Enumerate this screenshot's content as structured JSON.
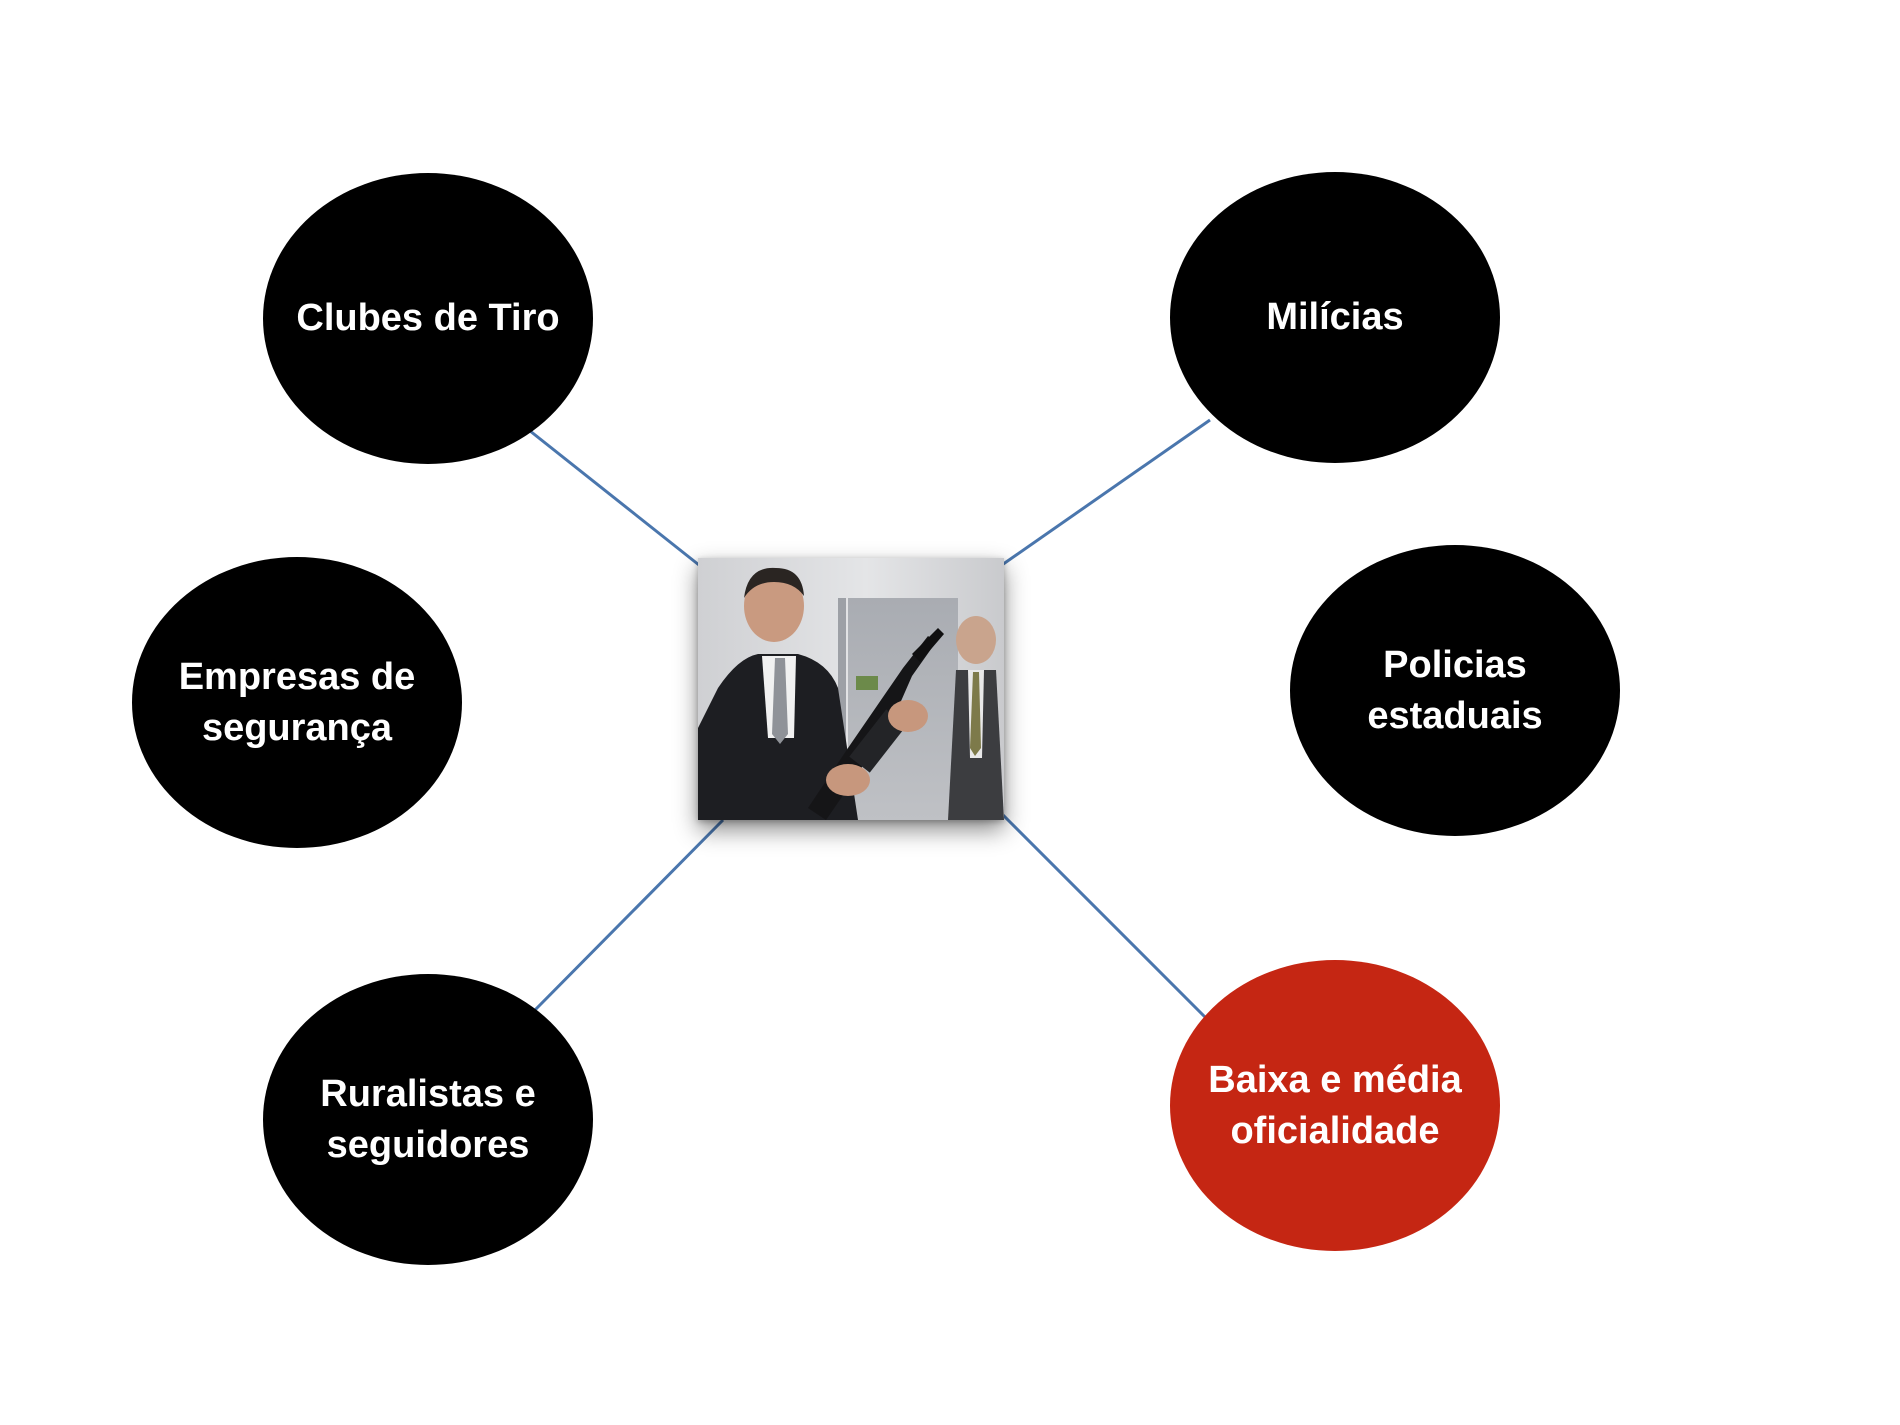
{
  "center": {
    "picture": "photo-of-man-holding-rifle"
  },
  "nodes": [
    {
      "id": "clubes",
      "label": "Clubes de Tiro",
      "color": "#000000"
    },
    {
      "id": "milicias",
      "label": "Milícias",
      "color": "#000000"
    },
    {
      "id": "empresas",
      "label": "Empresas de\nsegurança",
      "color": "#000000"
    },
    {
      "id": "policias",
      "label": "Policias\nestaduais",
      "color": "#000000"
    },
    {
      "id": "ruralistas",
      "label": "Ruralistas e\nseguidores",
      "color": "#000000"
    },
    {
      "id": "baixa",
      "label": "Baixa e média\noficialidade",
      "color": "#c52613"
    }
  ],
  "connector_color": "#4a76ad"
}
